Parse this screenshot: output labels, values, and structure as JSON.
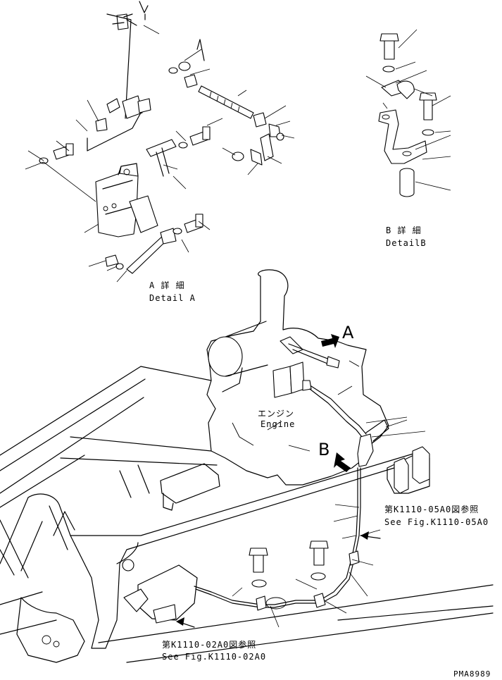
{
  "detail_a": {
    "title_jp": "A 詳 細",
    "title_en": "Detail A"
  },
  "detail_b": {
    "title_jp": "B 詳 細",
    "title_en": "DetailB"
  },
  "engine": {
    "label_jp": "エンジン",
    "label_en": "Engine"
  },
  "callouts": {
    "a": "A",
    "b": "B"
  },
  "refs": {
    "ref1_jp": "第K1110-05A0図参照",
    "ref1_en": "See Fig.K1110-05A0",
    "ref2_jp": "第K1110-02A0図参照",
    "ref2_en": "See Fig.K1110-02A0"
  },
  "drawing_id": "PMA8989"
}
